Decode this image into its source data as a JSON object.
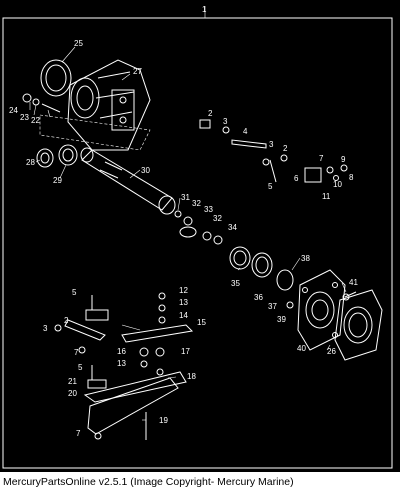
{
  "diagram": {
    "callouts": [
      "1",
      "2",
      "3",
      "4",
      "5",
      "6",
      "7",
      "8",
      "9",
      "10",
      "11",
      "12",
      "13",
      "14",
      "15",
      "16",
      "17",
      "18",
      "19",
      "20",
      "21",
      "22",
      "23",
      "24",
      "25",
      "26",
      "27",
      "28",
      "29",
      "30",
      "31",
      "32",
      "33",
      "34",
      "35",
      "36",
      "37",
      "38",
      "39",
      "40",
      "41"
    ],
    "extra_callouts": {
      "c2b": "2",
      "c3b": "3",
      "c5b": "5",
      "c5c": "5",
      "c7b": "7",
      "c7c": "7",
      "c12": "12",
      "c13b": "13",
      "c32b": "32",
      "c3c": "3"
    }
  },
  "colors": {
    "background": "#000000",
    "line": "#ffffff",
    "page": "#ffffff"
  },
  "footer": {
    "caption": "MercuryPartsOnline v2.5.1 (Image Copyright- Mercury Marine)"
  }
}
